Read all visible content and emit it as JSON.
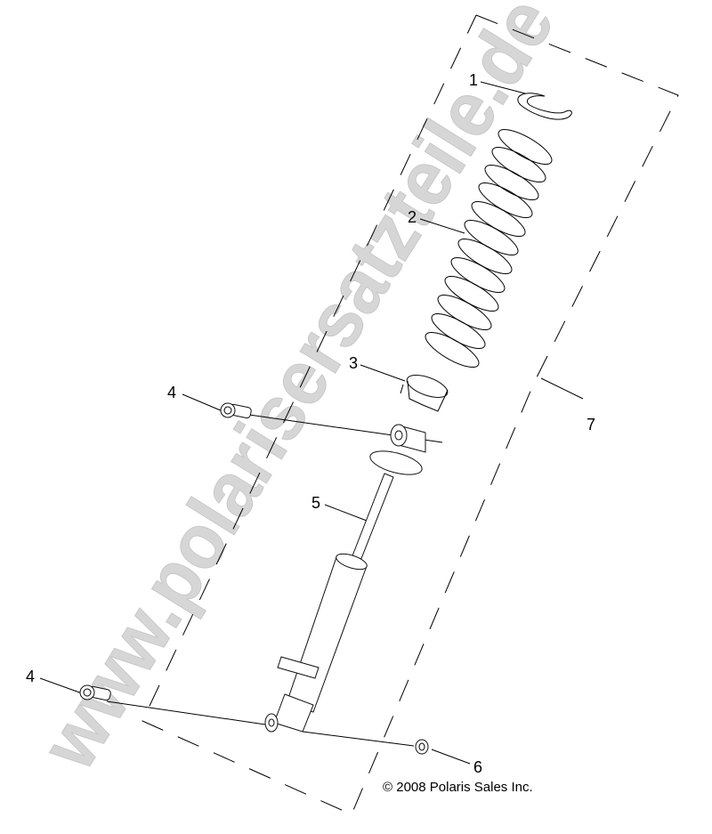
{
  "diagram": {
    "type": "exploded parts diagram",
    "subject": "Shock absorber assembly",
    "watermark": "www.polarisersatzteile.de",
    "copyright": "2008 Polaris Sales Inc.",
    "copyright_symbol": "©",
    "colors": {
      "line": "#000000",
      "watermark": "#d6d6d6",
      "background": "#ffffff"
    }
  },
  "callouts": [
    {
      "id": "1",
      "label": "1",
      "part": "retainer clip"
    },
    {
      "id": "2",
      "label": "2",
      "part": "coil spring"
    },
    {
      "id": "3",
      "label": "3",
      "part": "spring seat / retainer"
    },
    {
      "id": "4a",
      "label": "4",
      "part": "bolt (upper)"
    },
    {
      "id": "4b",
      "label": "4",
      "part": "bolt (lower)"
    },
    {
      "id": "5",
      "label": "5",
      "part": "shock absorber"
    },
    {
      "id": "6",
      "label": "6",
      "part": "nut"
    },
    {
      "id": "7",
      "label": "7",
      "part": "shock assembly (group)"
    }
  ]
}
